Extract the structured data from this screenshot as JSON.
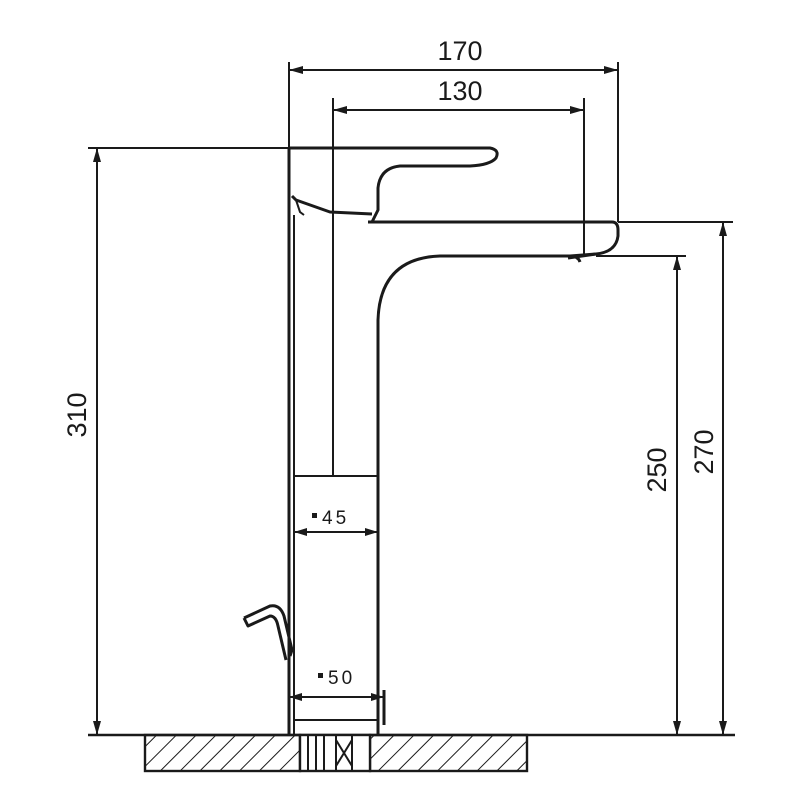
{
  "drawing": {
    "dimensions": {
      "top_width": "170",
      "spout_reach": "130",
      "total_height": "310",
      "spout_height": "250",
      "overall_spout_top": "270",
      "body_diameter": "45",
      "base_diameter": "50"
    }
  }
}
